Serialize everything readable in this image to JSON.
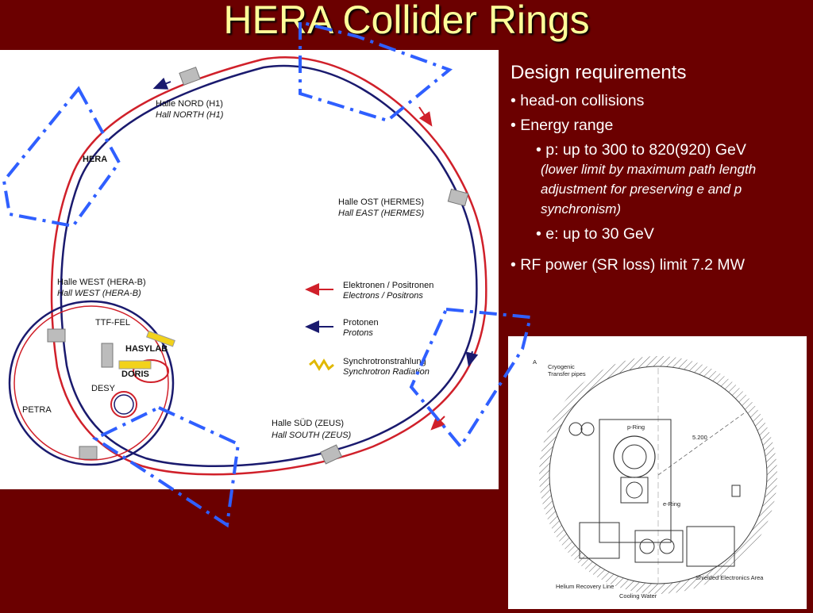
{
  "title": "HERA Collider Rings",
  "design": {
    "heading": "Design requirements",
    "bullet_symbol": "•",
    "items": [
      "head-on collisions",
      "Energy range"
    ],
    "energy": {
      "p_line": "p:  up to 300 to 820(920) GeV",
      "p_note": "(lower limit by maximum path length adjustment for preserving e and p synchronism)",
      "e_line": "e:  up to 30 GeV"
    },
    "rf_line": "RF power (SR loss) limit 7.2 MW"
  },
  "map": {
    "hera": "HERA",
    "north_de": "Halle NORD (H1)",
    "north_en": "Hall NORTH (H1)",
    "east_de": "Halle OST (HERMES)",
    "east_en": "Hall EAST (HERMES)",
    "west_de": "Halle WEST (HERA-B)",
    "west_en": "Hall WEST (HERA-B)",
    "south_de": "Halle SÜD (ZEUS)",
    "south_en": "Hall SOUTH (ZEUS)",
    "petra": "PETRA",
    "desy": "DESY",
    "doris": "DORIS",
    "hasylab": "HASYLAB",
    "ttf": "TTF-FEL",
    "legend": {
      "electrons_de": "Elektronen / Positronen",
      "electrons_en": "Electrons / Positrons",
      "protons_de": "Protonen",
      "protons_en": "Protons",
      "sync_de": "Synchrotronstrahlung",
      "sync_en": "Synchrotron Radiation"
    }
  },
  "tunnel": {
    "letter": "A",
    "cryo1": "Cryogenic",
    "cryo2": "Transfer pipes",
    "p_ring": "p-Ring",
    "e_ring": "e-Ring",
    "dim": "5.200",
    "helium": "Helium Recovery Line",
    "cooling": "Cooling Water",
    "shielded": "Shielded Electronics Area"
  },
  "colors": {
    "background": "#6b0000",
    "title": "#ffff99",
    "electron_ring": "#d0202a",
    "proton_ring": "#1a1a6e",
    "dash_overlay": "#2f5fff"
  }
}
